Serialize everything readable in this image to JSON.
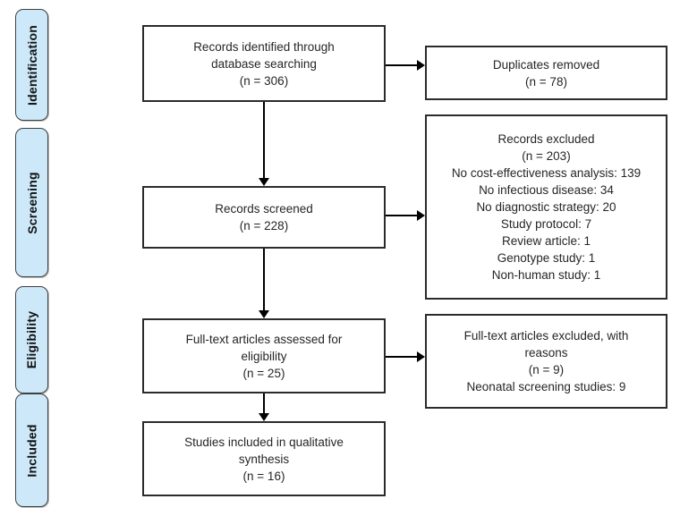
{
  "colors": {
    "stage_fill": "#cde9f9",
    "stage_border": "#3f3f3f",
    "box_border": "#2b2b2b",
    "text": "#262626",
    "arrow": "#000000"
  },
  "stages": [
    {
      "label": "Identification"
    },
    {
      "label": "Screening"
    },
    {
      "label": "Eligibility"
    },
    {
      "label": "Included"
    }
  ],
  "boxes": {
    "identified": {
      "lines": [
        "Records identified through",
        "database searching",
        "(n = 306)"
      ]
    },
    "duplicates": {
      "lines": [
        "Duplicates removed",
        "(n = 78)"
      ]
    },
    "screened": {
      "lines": [
        "Records screened",
        "(n = 228)"
      ]
    },
    "excluded": {
      "lines": [
        "Records excluded",
        "(n = 203)",
        "No cost-effectiveness analysis: 139",
        "No infectious disease: 34",
        "No diagnostic strategy: 20",
        "Study protocol: 7",
        "Review article: 1",
        "Genotype study: 1",
        "Non-human study: 1"
      ]
    },
    "fulltext_assessed": {
      "lines": [
        "Full-text articles assessed for",
        "eligibility",
        "(n = 25)"
      ]
    },
    "fulltext_excluded": {
      "lines": [
        "Full-text articles excluded, with",
        "reasons",
        "(n = 9)",
        "Neonatal screening studies: 9"
      ]
    },
    "qualitative_included": {
      "lines": [
        "Studies included in qualitative",
        "synthesis",
        "(n = 16)"
      ]
    }
  }
}
